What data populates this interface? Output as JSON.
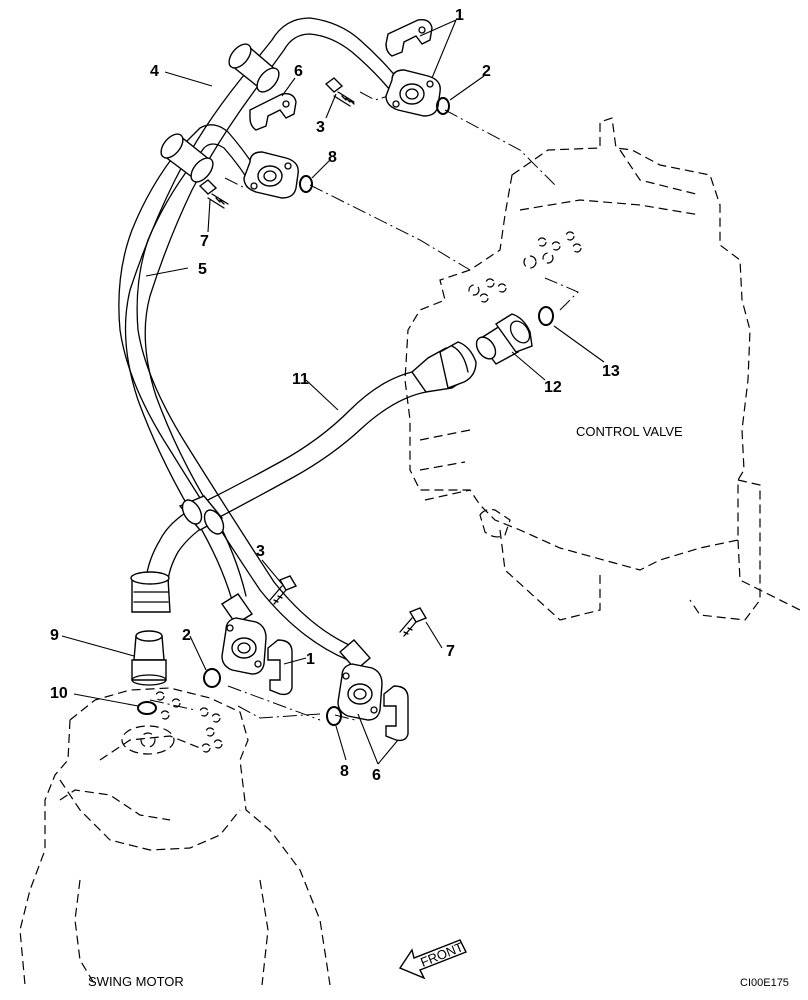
{
  "labels": {
    "control_valve": "CONTROL VALVE",
    "swing_motor": "SWING MOTOR",
    "front": "FRONT",
    "code": "CI00E175"
  },
  "callouts": [
    {
      "id": "callout-1-top",
      "text": "1"
    },
    {
      "id": "callout-2-top",
      "text": "2"
    },
    {
      "id": "callout-3-top",
      "text": "3"
    },
    {
      "id": "callout-4",
      "text": "4"
    },
    {
      "id": "callout-5",
      "text": "5"
    },
    {
      "id": "callout-6-top",
      "text": "6"
    },
    {
      "id": "callout-7-top",
      "text": "7"
    },
    {
      "id": "callout-8-top",
      "text": "8"
    },
    {
      "id": "callout-11",
      "text": "11"
    },
    {
      "id": "callout-12",
      "text": "12"
    },
    {
      "id": "callout-13",
      "text": "13"
    },
    {
      "id": "callout-3-bottom",
      "text": "3"
    },
    {
      "id": "callout-9",
      "text": "9"
    },
    {
      "id": "callout-2-bottom",
      "text": "2"
    },
    {
      "id": "callout-1-bottom",
      "text": "1"
    },
    {
      "id": "callout-10",
      "text": "10"
    },
    {
      "id": "callout-7-bottom",
      "text": "7"
    },
    {
      "id": "callout-8-bottom",
      "text": "8"
    },
    {
      "id": "callout-6-bottom",
      "text": "6"
    }
  ]
}
